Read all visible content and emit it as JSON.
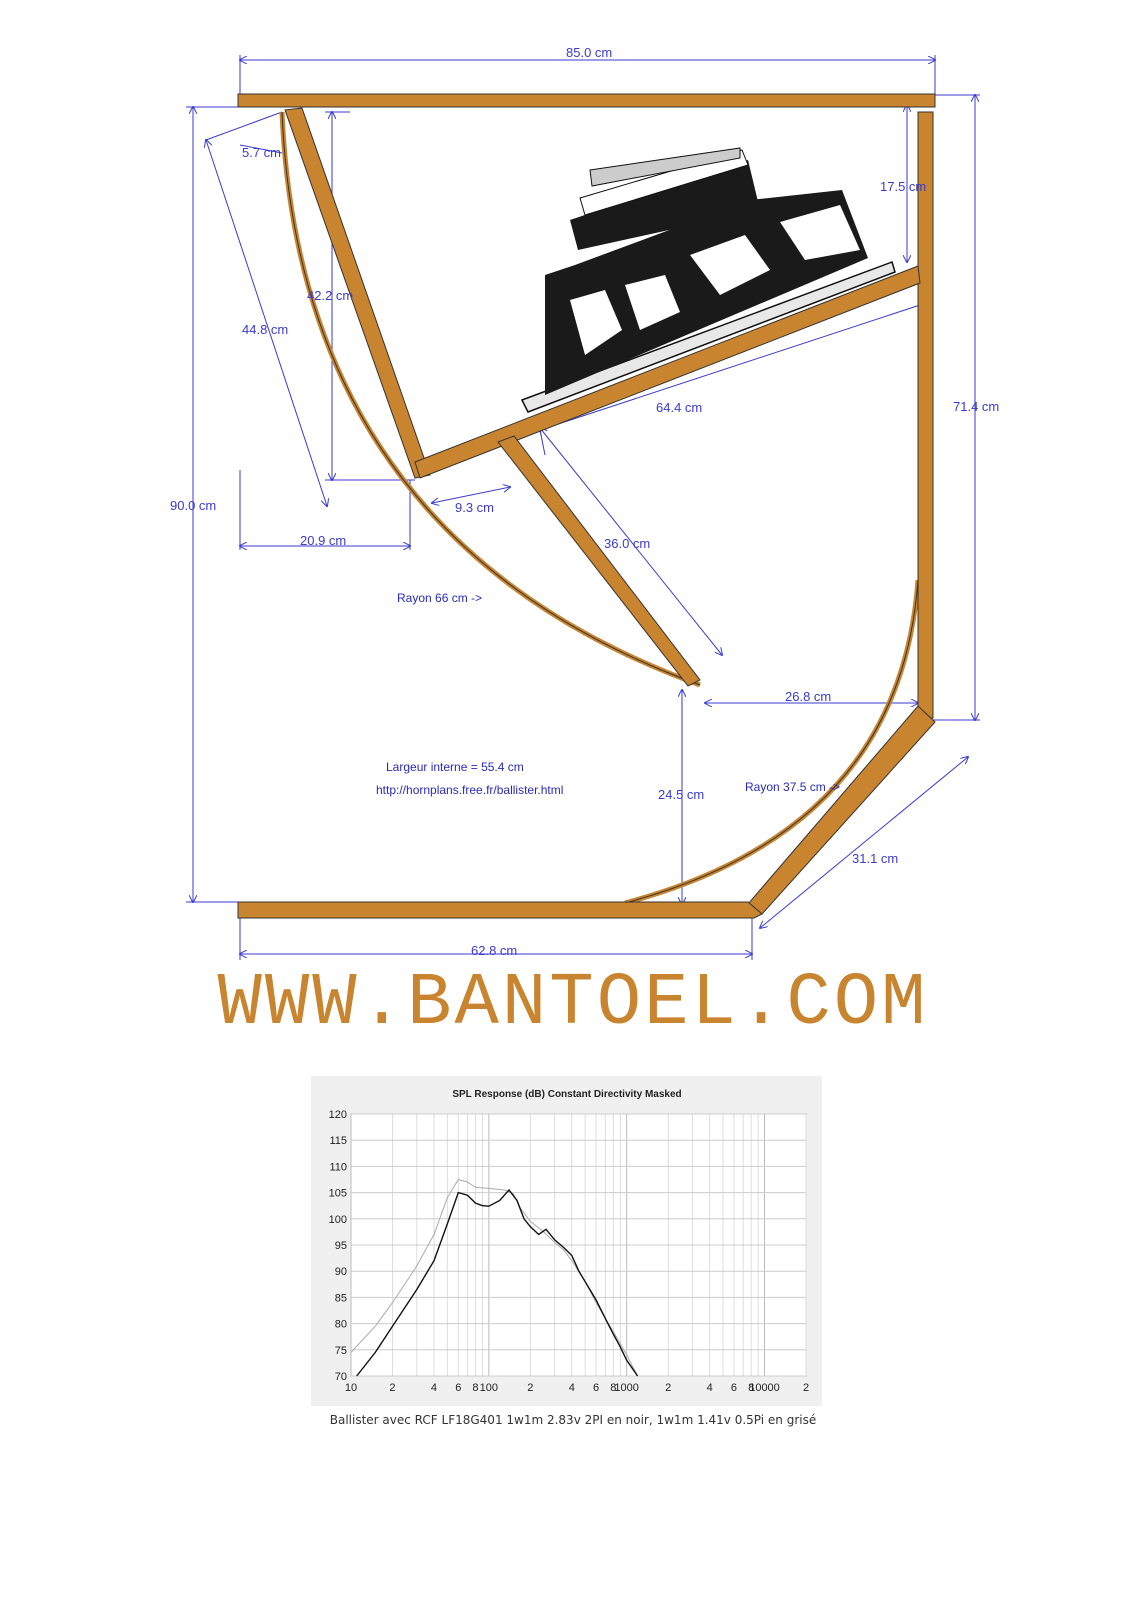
{
  "colors": {
    "panel": "#c8842e",
    "dimension": "#3a3ad0",
    "brand": "#c8842e",
    "response_black": "#111111",
    "response_gray": "#aaaaaa"
  },
  "drawing": {
    "dimensions": {
      "top_width": "85.0 cm",
      "left_height": "90.0 cm",
      "right_height": "71.4 cm",
      "mouth_5_7": "5.7 cm",
      "throat_42_2": "42.2 cm",
      "side_44_8": "44.8 cm",
      "driver_17_5": "17.5 cm",
      "baffle_64_4": "64.4 cm",
      "gap_9_3": "9.3 cm",
      "offset_20_9": "20.9 cm",
      "divider_36_0": "36.0 cm",
      "tip_26_8": "26.8 cm",
      "tip_24_5": "24.5 cm",
      "diag_31_1": "31.1 cm",
      "bottom_62_8": "62.8 cm"
    },
    "notes": {
      "radius_66": "Rayon 66 cm ->",
      "radius_37_5": "Rayon 37.5 cm ->",
      "internal_width": "Largeur interne = 55.4 cm",
      "url": "http://hornplans.free.fr/ballister.html"
    }
  },
  "brand": "WWW.BANTOEL.COM",
  "chart_data": {
    "type": "line",
    "title": "SPL Response (dB)   Constant Directivity   Masked",
    "x_scale": "log",
    "xlim": [
      10,
      20000
    ],
    "ylim": [
      70,
      120
    ],
    "y_ticks": [
      70,
      75,
      80,
      85,
      90,
      95,
      100,
      105,
      110,
      115,
      120
    ],
    "x_ticks": [
      {
        "value": 10,
        "label": "10"
      },
      {
        "value": 20,
        "label": "2"
      },
      {
        "value": 40,
        "label": "4"
      },
      {
        "value": 60,
        "label": "6"
      },
      {
        "value": 80,
        "label": "8"
      },
      {
        "value": 100,
        "label": "100"
      },
      {
        "value": 200,
        "label": "2"
      },
      {
        "value": 400,
        "label": "4"
      },
      {
        "value": 600,
        "label": "6"
      },
      {
        "value": 800,
        "label": "8"
      },
      {
        "value": 1000,
        "label": "1000"
      },
      {
        "value": 2000,
        "label": "2"
      },
      {
        "value": 4000,
        "label": "4"
      },
      {
        "value": 6000,
        "label": "6"
      },
      {
        "value": 8000,
        "label": "8"
      },
      {
        "value": 10000,
        "label": "10000"
      },
      {
        "value": 20000,
        "label": "2"
      }
    ],
    "grid": true,
    "series": [
      {
        "color": "#aaaaaa",
        "points": [
          [
            10,
            74.5
          ],
          [
            15,
            79.5
          ],
          [
            20,
            84
          ],
          [
            30,
            91
          ],
          [
            40,
            97
          ],
          [
            50,
            104
          ],
          [
            60,
            107.5
          ],
          [
            70,
            107
          ],
          [
            80,
            106
          ],
          [
            100,
            105.8
          ],
          [
            130,
            105.5
          ],
          [
            150,
            104.8
          ],
          [
            170,
            102
          ],
          [
            200,
            99.5
          ],
          [
            250,
            97.5
          ],
          [
            300,
            95.5
          ],
          [
            350,
            94
          ],
          [
            400,
            92
          ],
          [
            500,
            88
          ],
          [
            600,
            84
          ],
          [
            700,
            81
          ],
          [
            800,
            78.5
          ],
          [
            1000,
            74
          ],
          [
            1200,
            70
          ]
        ]
      },
      {
        "color": "#111111",
        "points": [
          [
            11,
            70
          ],
          [
            15,
            74.5
          ],
          [
            20,
            79.5
          ],
          [
            30,
            86.5
          ],
          [
            40,
            92
          ],
          [
            50,
            99
          ],
          [
            60,
            105
          ],
          [
            70,
            104.5
          ],
          [
            80,
            103
          ],
          [
            90,
            102.5
          ],
          [
            100,
            102.4
          ],
          [
            120,
            103.5
          ],
          [
            140,
            105.5
          ],
          [
            160,
            103.5
          ],
          [
            180,
            100
          ],
          [
            200,
            98.5
          ],
          [
            230,
            97
          ],
          [
            260,
            98
          ],
          [
            300,
            96
          ],
          [
            350,
            94.5
          ],
          [
            400,
            93
          ],
          [
            450,
            90
          ],
          [
            500,
            88
          ],
          [
            600,
            84.5
          ],
          [
            700,
            81
          ],
          [
            800,
            78
          ],
          [
            900,
            75.5
          ],
          [
            1000,
            73
          ],
          [
            1200,
            70
          ]
        ]
      }
    ]
  },
  "caption": "Ballister avec RCF LF18G401 1w1m 2.83v 2PI en noir, 1w1m 1.41v 0.5Pi en grisé"
}
